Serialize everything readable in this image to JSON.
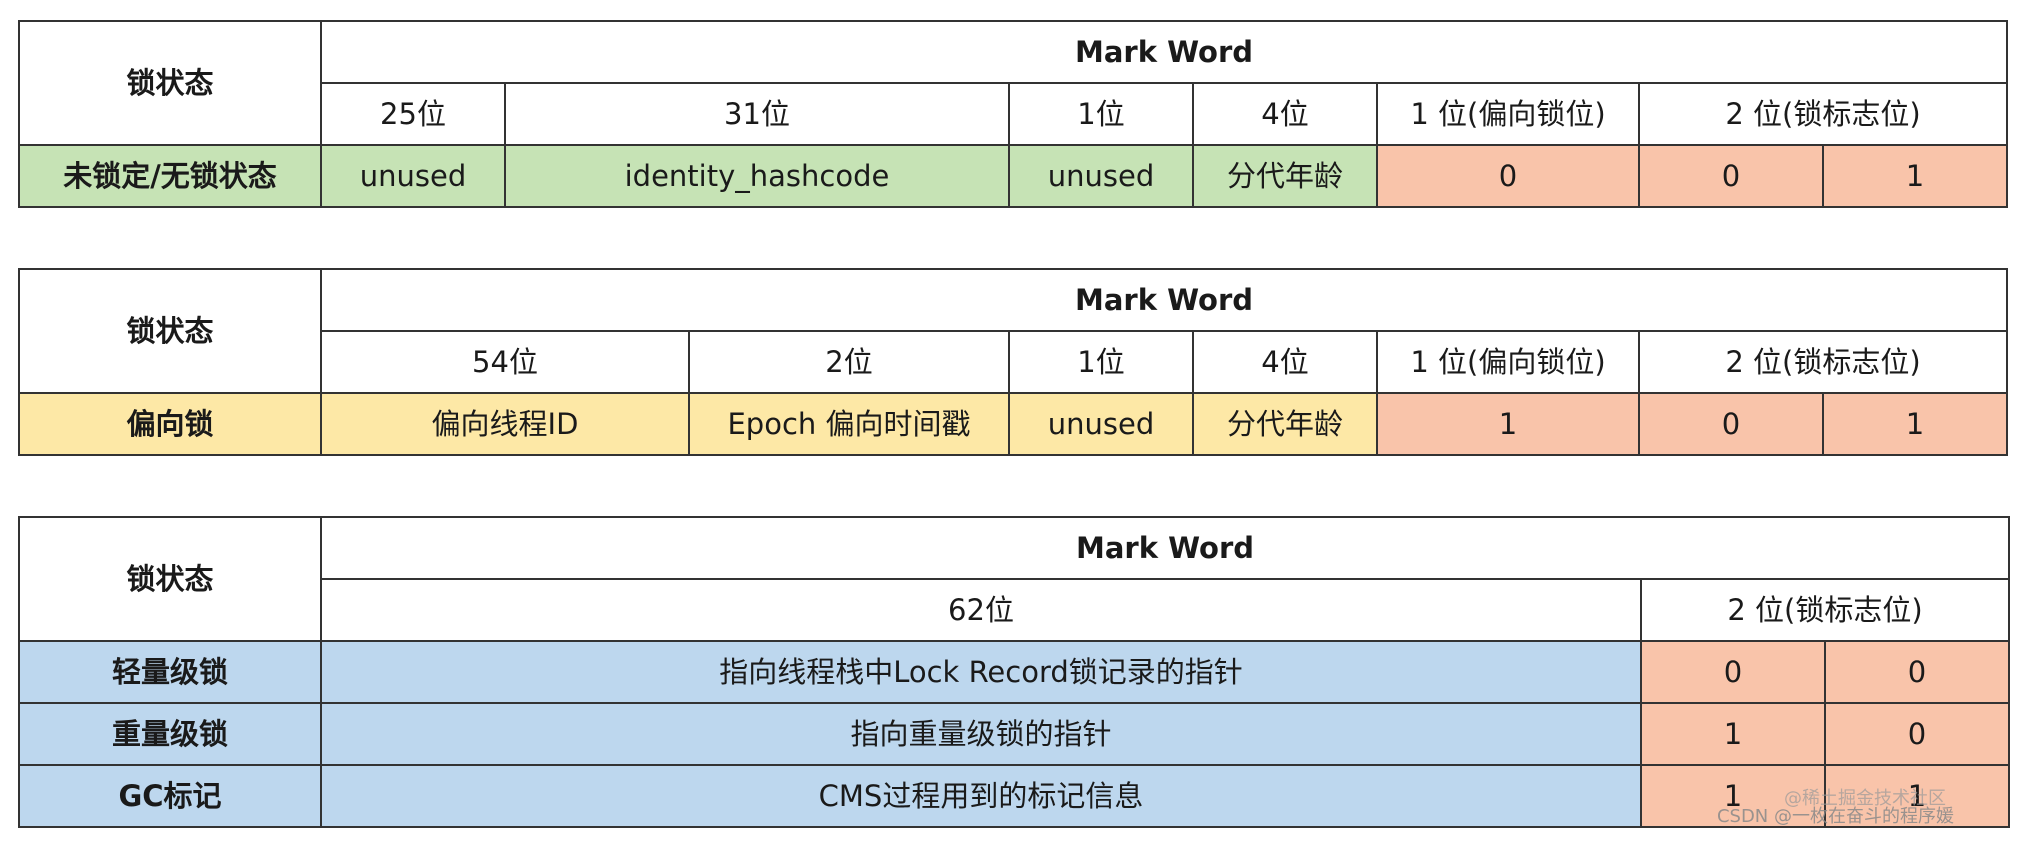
{
  "table1": {
    "state_header": "锁状态",
    "mark_word": "Mark Word",
    "bits": [
      "25位",
      "31位",
      "1位",
      "4位",
      "1 位(偏向锁位)",
      "2 位(锁标志位)"
    ],
    "row": {
      "state": "未锁定/无锁状态",
      "cells": [
        "unused",
        "identity_hashcode",
        "unused",
        "分代年龄",
        "0",
        "0",
        "1"
      ]
    }
  },
  "table2": {
    "state_header": "锁状态",
    "mark_word": "Mark Word",
    "bits": [
      "54位",
      "2位",
      "1位",
      "4位",
      "1 位(偏向锁位)",
      "2 位(锁标志位)"
    ],
    "row": {
      "state": "偏向锁",
      "cells": [
        "偏向线程ID",
        "Epoch 偏向时间戳",
        "unused",
        "分代年龄",
        "1",
        "0",
        "1"
      ]
    }
  },
  "table3": {
    "state_header": "锁状态",
    "mark_word": "Mark Word",
    "bits": [
      "62位",
      "2 位(锁标志位)"
    ],
    "rows": [
      {
        "state": "轻量级锁",
        "content": "指向线程栈中Lock Record锁记录的指针",
        "flag": [
          "0",
          "0"
        ]
      },
      {
        "state": "重量级锁",
        "content": "指向重量级锁的指针",
        "flag": [
          "1",
          "0"
        ]
      },
      {
        "state": "GC标记",
        "content": "CMS过程用到的标记信息",
        "flag": [
          "1",
          "1"
        ]
      }
    ]
  },
  "watermark": {
    "line1": "@稀土掘金技术社区",
    "line2": "CSDN @一枚在奋斗的程序媛"
  },
  "colors": {
    "green": "#c6e3b5",
    "yellow": "#fde8a6",
    "blue": "#bdd7ee",
    "salmon": "#f9c4aa"
  }
}
